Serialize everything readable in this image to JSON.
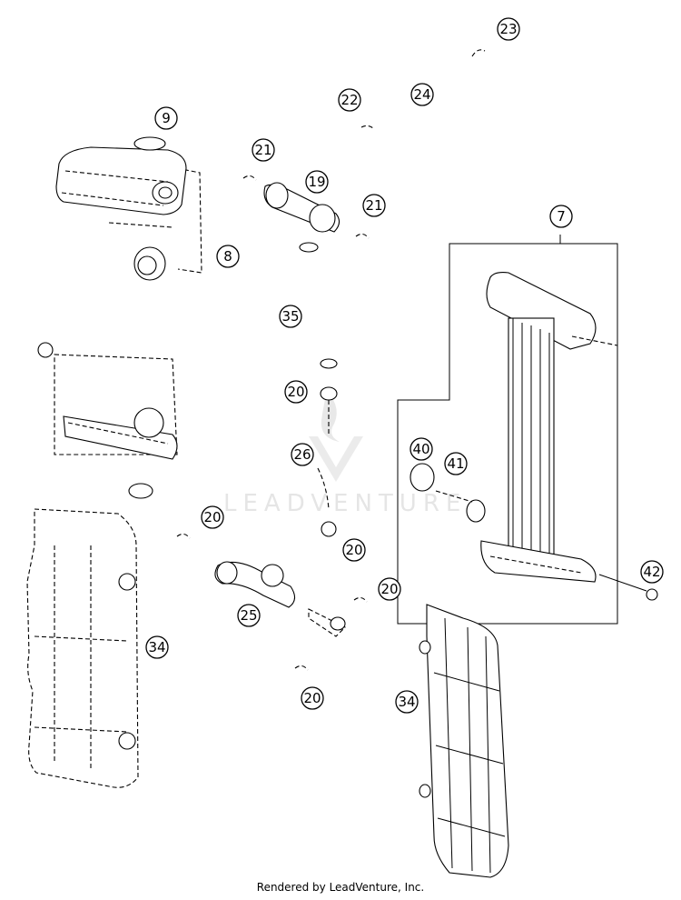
{
  "watermark": "LEADVENTURE",
  "footer": "Rendered by LeadVenture, Inc.",
  "callouts": {
    "c23": "23",
    "c22": "22",
    "c24": "24",
    "c9": "9",
    "c21a": "21",
    "c19": "19",
    "c21b": "21",
    "c7": "7",
    "c8": "8",
    "c35": "35",
    "c20a": "20",
    "c26": "26",
    "c40": "40",
    "c41": "41",
    "c20b": "20",
    "c20c": "20",
    "c42": "42",
    "c25": "25",
    "c20d": "20",
    "c34a": "34",
    "c20e": "20",
    "c34b": "34"
  }
}
